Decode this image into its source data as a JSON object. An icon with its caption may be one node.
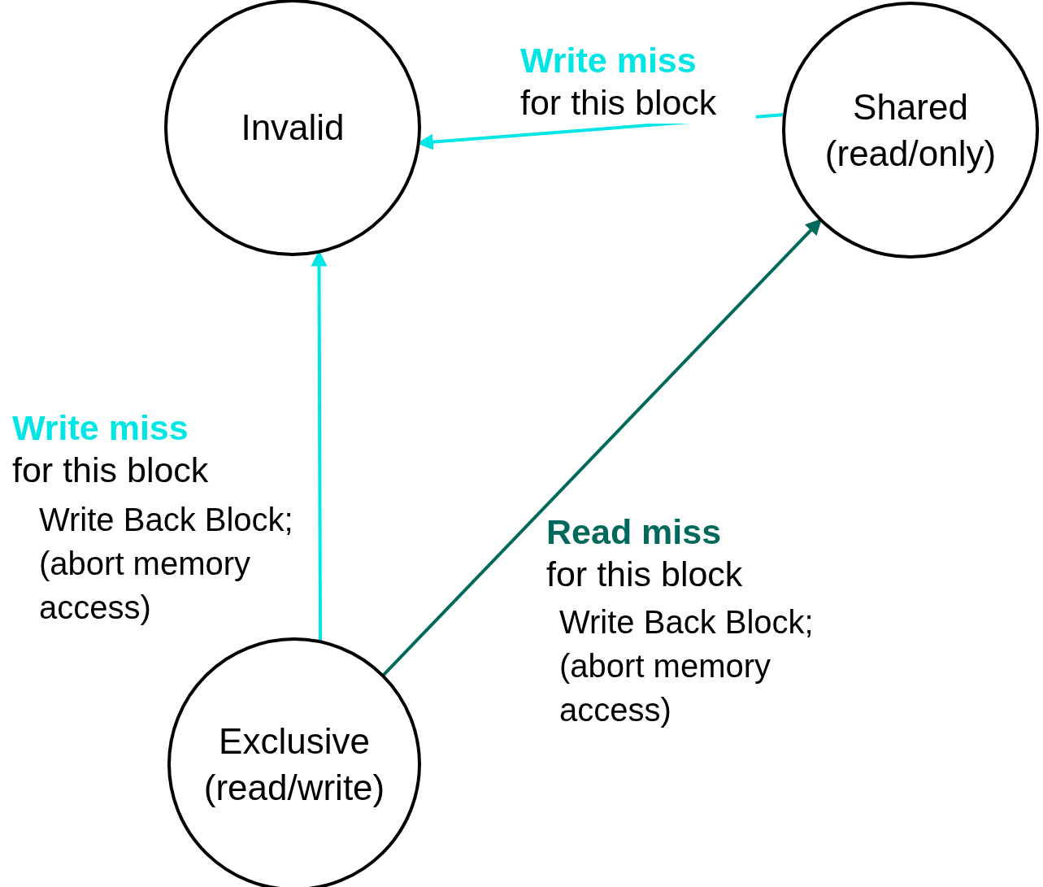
{
  "diagram": {
    "nodes": [
      {
        "text": [
          "Invalid"
        ]
      },
      {
        "text": [
          "Shared (read/only)"
        ]
      },
      {
        "text": [
          "Exclusive (read/write)"
        ]
      }
    ],
    "edges": [
      {
        "from": 1,
        "to": 0,
        "arrow": "to",
        "label": "**Write miss** for this block"
      },
      {
        "from": 2,
        "to": 0,
        "arrow": "to",
        "label": "**Write miss** for this block"
      },
      {
        "from": 2,
        "to": 1,
        "arrow": "to",
        "label": "**Read miss** for this block",
        "color": "#00695c"
      }
    ],
    "labels": [
      "Write Back Block; (abort memory access)",
      "Write Back Block; (abort memory access)"
    ]
  }
}
